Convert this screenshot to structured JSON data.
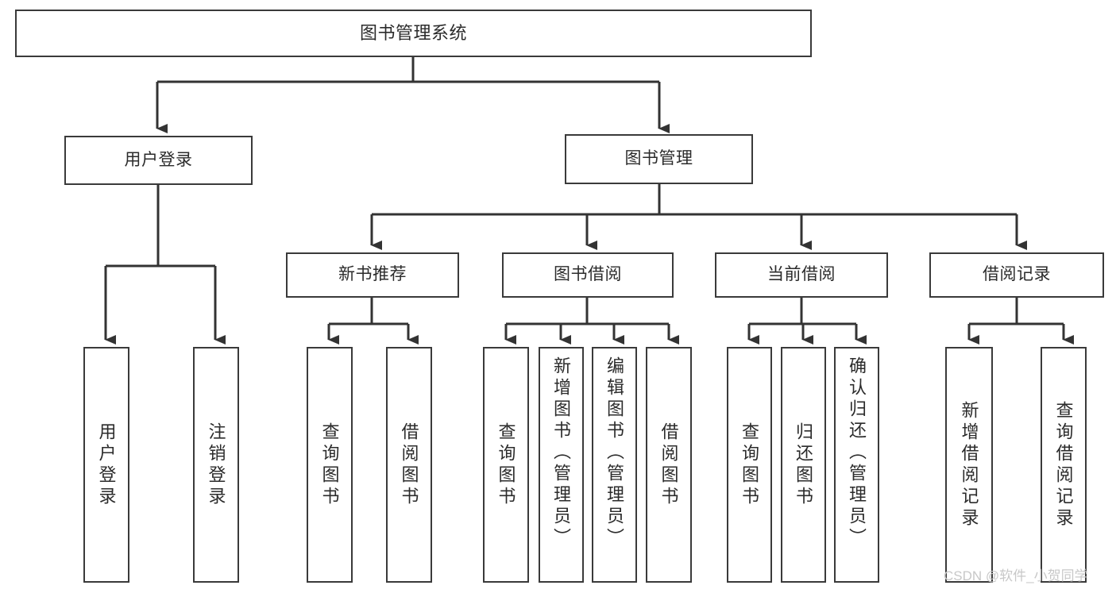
{
  "diagram": {
    "title": "图书管理系统",
    "type": "tree-hierarchy",
    "watermark": "CSDN @软件_小贺同学",
    "colors": {
      "box_border": "#3a3a3a",
      "box_fill": "#ffffff",
      "edge": "#333333",
      "text": "#2b2b2b",
      "watermark": "#c8c8c8",
      "background": "#ffffff"
    },
    "root": {
      "label": "图书管理系统"
    },
    "level1": [
      {
        "label": "用户登录"
      },
      {
        "label": "图书管理"
      }
    ],
    "level2": [
      {
        "label": "新书推荐"
      },
      {
        "label": "图书借阅"
      },
      {
        "label": "当前借阅"
      },
      {
        "label": "借阅记录"
      }
    ],
    "leaves": {
      "user_login": [
        {
          "label": "用户登录"
        },
        {
          "label": "注销登录"
        }
      ],
      "new_book_recommend": [
        {
          "label": "查询图书"
        },
        {
          "label": "借阅图书"
        }
      ],
      "book_borrow": [
        {
          "label": "查询图书"
        },
        {
          "label": "新增图书（管理员）"
        },
        {
          "label": "编辑图书（管理员）"
        },
        {
          "label": "借阅图书"
        }
      ],
      "current_borrow": [
        {
          "label": "查询图书"
        },
        {
          "label": "归还图书"
        },
        {
          "label": "确认归还（管理员）"
        }
      ],
      "borrow_record": [
        {
          "label": "新增借阅记录"
        },
        {
          "label": "查询借阅记录"
        }
      ]
    }
  }
}
